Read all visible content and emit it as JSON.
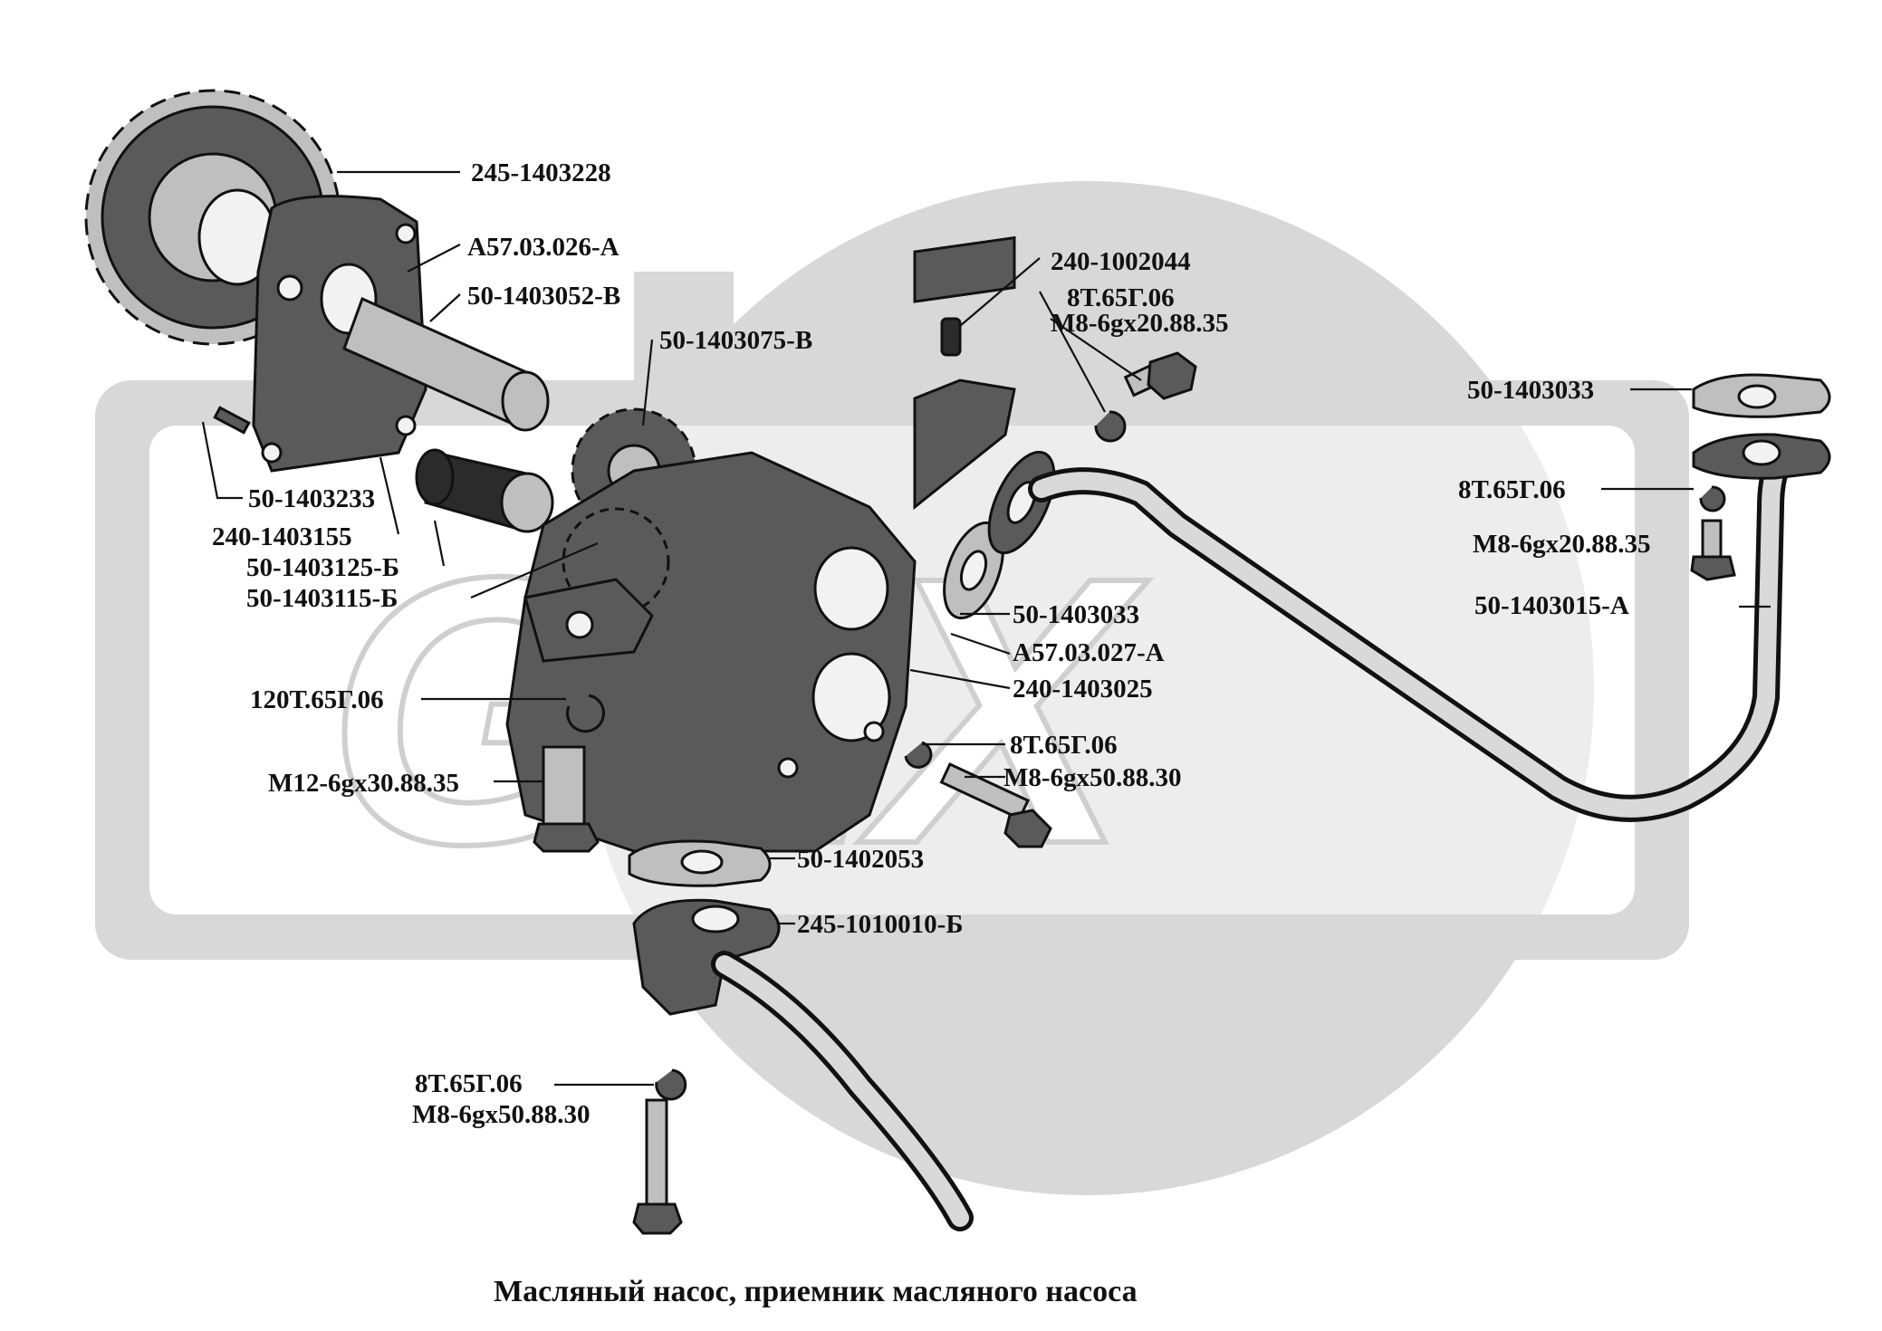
{
  "caption": "Масляный насос, приемник масляного насоса",
  "watermark": "GEX",
  "colors": {
    "background": "#ffffff",
    "watermark": "#d8d8d8",
    "ink": "#111111"
  },
  "labels": [
    "245-1403228",
    "А57.03.026-А",
    "50-1403052-В",
    "50-1403075-В",
    "240-1002044",
    "8Т.65Г.06",
    "М8-6gx20.88.35",
    "50-1403033",
    "8Т.65Г.06",
    "М8-6gx20.88.35",
    "50-1403015-А",
    "50-1403233",
    "240-1403155",
    "50-1403125-Б",
    "50-1403115-Б",
    "50-1403033",
    "А57.03.027-А",
    "240-1403025",
    "120Т.65Г.06",
    "8Т.65Г.06",
    "М8-6gx50.88.30",
    "М12-6gx30.88.35",
    "50-1402053",
    "245-1010010-Б",
    "8Т.65Г.06",
    "М8-6gx50.88.30"
  ]
}
